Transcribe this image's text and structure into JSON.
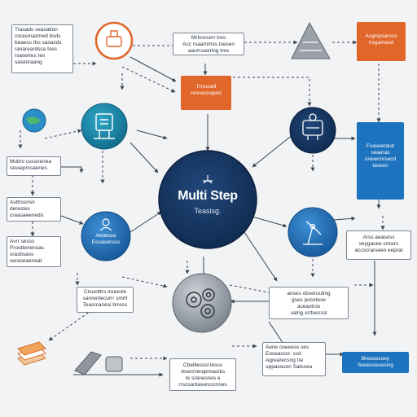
{
  "hub": {
    "title": "Multi Step",
    "subtitle": "Teasisg."
  },
  "boxes": {
    "top_left": "Trasads seasation\nrocasmazmed bsds\nbeaess tho sasasds\nranareardsca tses\nrsasertes tes\nsasecraang",
    "top_center": "Mrtirsrcerr tres\nAcc rsaarnmss tsesen\naaurrsasiring tres",
    "orange_center": "Trressell\nresnacnapnd",
    "orange_top_right": "Asgrspsarsss\ntrsgamesd",
    "left_mid": "Mutiro csssnenea\nrasseprssaenes",
    "left_lower": "Auttrssnsn\nderestes\ncraasaeenedo",
    "left_bottom": "Avrr sesss\nProuttenensas\nsrasbsass\nseraseaeneat",
    "blue_right": "Fsaseerduit\nseaeras\nunewcnrsecd\ntasecn",
    "right_mid": "Arss aeasess\nseygacee smsirs\naccscrarseeo eeprat",
    "bottom_left_center": "Clouctttrs mreesle\nsanrentecurrr smrlt\nTeasrcanesi brress",
    "bottom_right_center": "aoses obseruuting\ngses pocotese\naceastros\nsalrig srrtwsrssl",
    "bottom_center": "Cbelilesssl tesss\nstsecrrerapnsasiks\nre sranesnes e\nrrscsantasenccmses",
    "bottom_right_text": "Aerie oseeess ses\nEoseasssr. ssd\nAgrearecsng tre\nuppassuon Satssea",
    "blue_bottom_right": "Breasesoey\nSeoessesesing"
  },
  "circle_labels": {
    "left_blue": "Aedesce\nEssasensss"
  },
  "colors": {
    "accent_blue": "#1e73be",
    "dark_navy": "#14345e",
    "orange": "#e0662a",
    "teal": "#1b8fb0",
    "background": "#f2f3f5"
  },
  "icons": [
    "orange-tools-icon",
    "gray-triangle-icon",
    "globe-icon",
    "teal-device-icon",
    "navy-lab-icon",
    "blue-user-icon",
    "gear-cluster-icon",
    "paper-stack-icon",
    "robot-arm-icon",
    "hub-lamp-icon"
  ]
}
